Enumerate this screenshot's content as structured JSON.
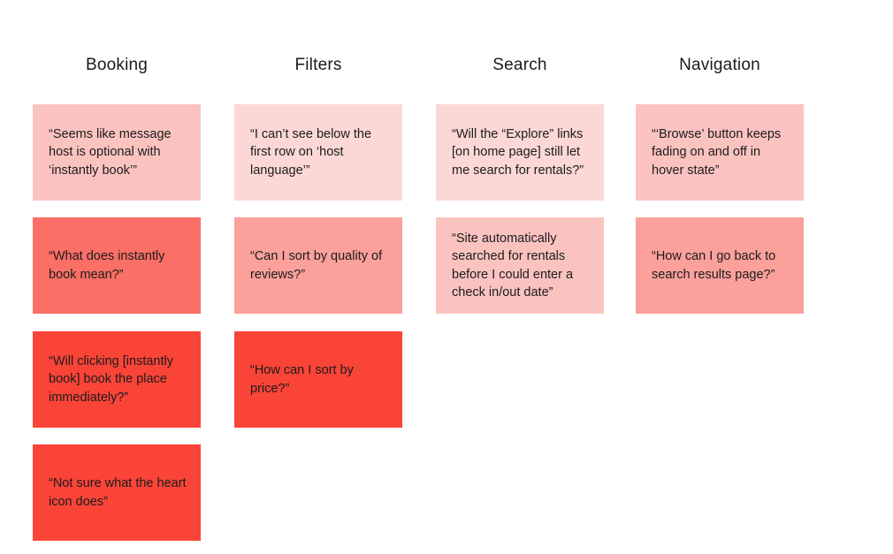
{
  "palette": {
    "lightest": "#fbd8d6",
    "light": "#fbc3c0",
    "medium_light": "#fba09b",
    "medium": "#fa6f66",
    "strong": "#fa4438",
    "background": "#ffffff",
    "text": "#1a1a1a"
  },
  "columns": [
    {
      "title": "Booking",
      "notes": [
        {
          "text": "“Seems like message host is optional with ‘instantly book’”",
          "color": "#fbc3c0",
          "intensity": "light"
        },
        {
          "text": "“What does instantly book mean?”",
          "color": "#fa6f66",
          "intensity": "medium"
        },
        {
          "text": "“Will clicking [instantly book] book the place immediately?”",
          "color": "#fa4438",
          "intensity": "strong"
        },
        {
          "text": "“Not sure what the heart icon does”",
          "color": "#fa4438",
          "intensity": "strong"
        }
      ]
    },
    {
      "title": "Filters",
      "notes": [
        {
          "text": "“I can’t see below the first row on ‘host language’”",
          "color": "#fbd8d6",
          "intensity": "lightest"
        },
        {
          "text": "“Can I sort by quality of reviews?”",
          "color": "#fba09b",
          "intensity": "medium_light"
        },
        {
          "text": "“How can I sort by price?”",
          "color": "#fa4438",
          "intensity": "strong"
        }
      ]
    },
    {
      "title": "Search",
      "notes": [
        {
          "text": "“Will the “Explore” links [on home page] still let me search for rentals?”",
          "color": "#fbd8d6",
          "intensity": "lightest"
        },
        {
          "text": "“Site automatically searched for rentals before I could enter a check in/out date”",
          "color": "#fbc3c0",
          "intensity": "light"
        }
      ]
    },
    {
      "title": "Navigation",
      "notes": [
        {
          "text": "“‘Browse’ button keeps fading on and off in hover state”",
          "color": "#fbc3c0",
          "intensity": "light"
        },
        {
          "text": "“How can I go back to search results page?”",
          "color": "#fba09b",
          "intensity": "medium_light"
        }
      ]
    }
  ]
}
